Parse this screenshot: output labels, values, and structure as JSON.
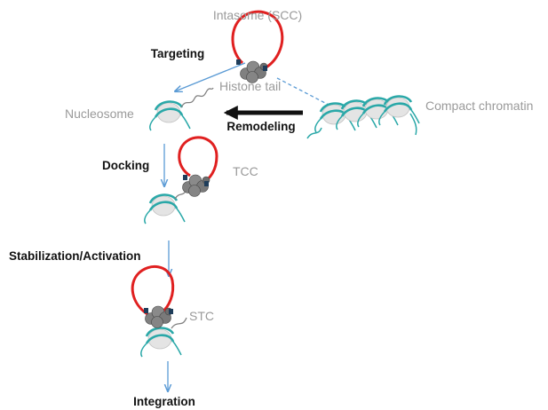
{
  "labels": {
    "intasome": "Intasome (SCC)",
    "targeting": "Targeting",
    "histone_tail": "Histone tail",
    "nucleosome": "Nucleosome",
    "remodeling": "Remodeling",
    "compact_chromatin": "Compact chromatin",
    "docking": "Docking",
    "tcc": "TCC",
    "stabilization": "Stabilization/Activation",
    "stc": "STC",
    "integration": "Integration"
  },
  "colors": {
    "dna_loop": "#e02020",
    "nucleosome_dna": "#2aa8a8",
    "histone_core": "#e4e4e4",
    "integrase": "#808080",
    "arrow": "#5b9bd5",
    "remodel_arrow": "#111111",
    "label_gray": "#9a9a9a",
    "label_bold": "#111111"
  }
}
